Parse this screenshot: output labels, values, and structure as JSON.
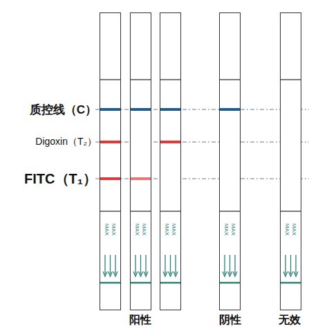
{
  "diagram": {
    "nodes": [
      {
        "text": [
          "MAX",
          "MAX"
        ]
      },
      {
        "text": [
          "MAX",
          "MAX"
        ]
      },
      {
        "text": [
          "MAX",
          "MAX"
        ]
      },
      {
        "text": [
          "MAX",
          "MAX"
        ]
      },
      {
        "text": [
          "MAX",
          "MAX"
        ]
      }
    ],
    "labels": [
      "质控线（C）",
      "Digoxin（T₂）",
      "FITC（T₁）",
      "阳性",
      "阴性",
      "无效"
    ]
  }
}
